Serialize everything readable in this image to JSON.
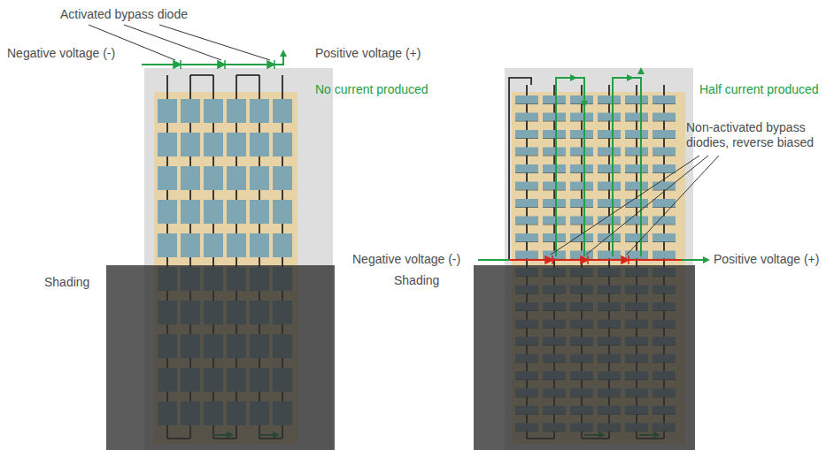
{
  "diagram": {
    "labels": [
      "Activated bypass diode",
      "Negative voltage (-)",
      "Positive voltage (+)",
      "No current produced",
      "Shading",
      "Non-activated bypass diodies, reverse biased",
      "Half current produced",
      "Negative voltage (-)",
      "Positive voltage (+)",
      "Shading"
    ]
  }
}
